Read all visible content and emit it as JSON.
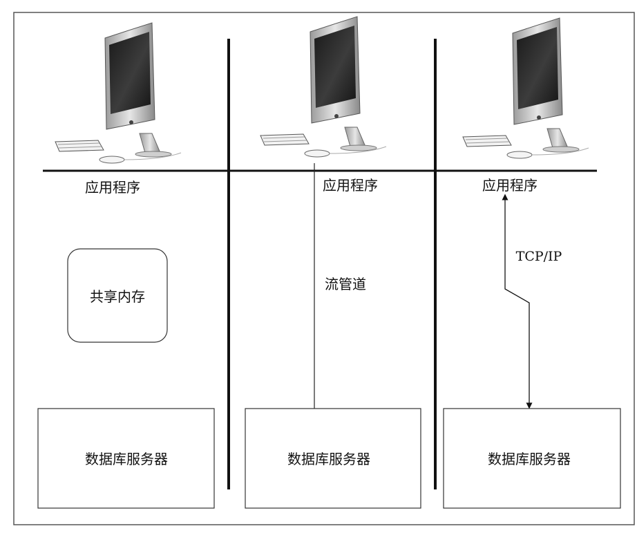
{
  "columns": [
    {
      "app_label": "应用程序",
      "middle_label": "共享内存",
      "server_label": "数据库服务器"
    },
    {
      "app_label": "应用程序",
      "middle_label": "流管道",
      "server_label": "数据库服务器"
    },
    {
      "app_label": "应用程序",
      "middle_label": "TCP/IP",
      "server_label": "数据库服务器"
    }
  ],
  "icons": [
    "desktop-computer-icon",
    "keyboard-icon",
    "mouse-icon"
  ],
  "colors": {
    "line": "#111111",
    "background": "#ffffff",
    "screen": "#2a2a2a",
    "body": "#c8c8c8"
  }
}
